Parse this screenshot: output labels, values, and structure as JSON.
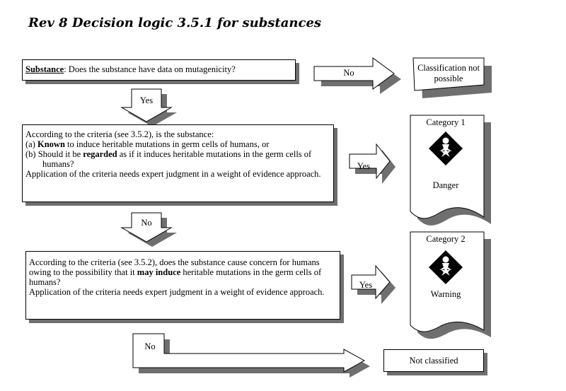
{
  "title": "Rev 8 Decision logic 3.5.1 for substances",
  "q1": {
    "term": "Substance",
    "text": ": Does the substance have data on mutagenicity?"
  },
  "q2": {
    "line1": "According to the criteria (see 3.5.2), is the substance:",
    "a_prefix": "(a) ",
    "a_bold": "Known",
    "a_rest": " to induce heritable mutations in germ cells of humans, or",
    "b_prefix": "(b) Should it be ",
    "b_bold": "regarded",
    "b_rest": " as if it induces heritable mutations in the germ cells of humans?",
    "note": "Application of the criteria needs expert judgment in a weight of evidence approach."
  },
  "q3": {
    "pre": "According to the criteria (see 3.5.2), does the substance cause concern for humans owing to the possibility that it ",
    "bold": "may induce",
    "post": " heritable mutations in the germ cells of humans?",
    "note": "Application of the criteria needs expert judgment in a weight of evidence approach."
  },
  "arrows": {
    "no1": "No",
    "yes1": "Yes",
    "yes2": "Yes",
    "no2": "No",
    "yes3": "Yes",
    "no3": "No"
  },
  "outcomes": {
    "not_possible": "Classification not possible",
    "cat1_label": "Category 1",
    "cat1_signal": "Danger",
    "cat2_label": "Category 2",
    "cat2_signal": "Warning",
    "not_classified": "Not classified"
  },
  "icons": {
    "hazard_pictogram": "health-hazard-pictogram"
  }
}
